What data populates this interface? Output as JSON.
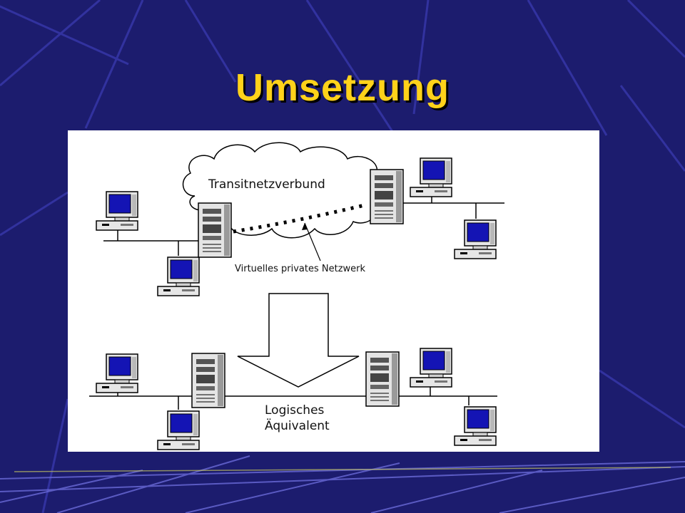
{
  "slide": {
    "title": "Umsetzung",
    "background_color": "#1c1c6e",
    "title_color": "#ffd21a"
  },
  "diagram": {
    "cloud_label": "Transitnetzverbund",
    "vpn_label": "Virtuelles privates Netzwerk",
    "equivalent_label_line1": "Logisches",
    "equivalent_label_line2": "Äquivalent",
    "icons": [
      "desktop-computer-icon",
      "server-tower-icon",
      "down-arrow-icon",
      "cloud-icon"
    ]
  }
}
